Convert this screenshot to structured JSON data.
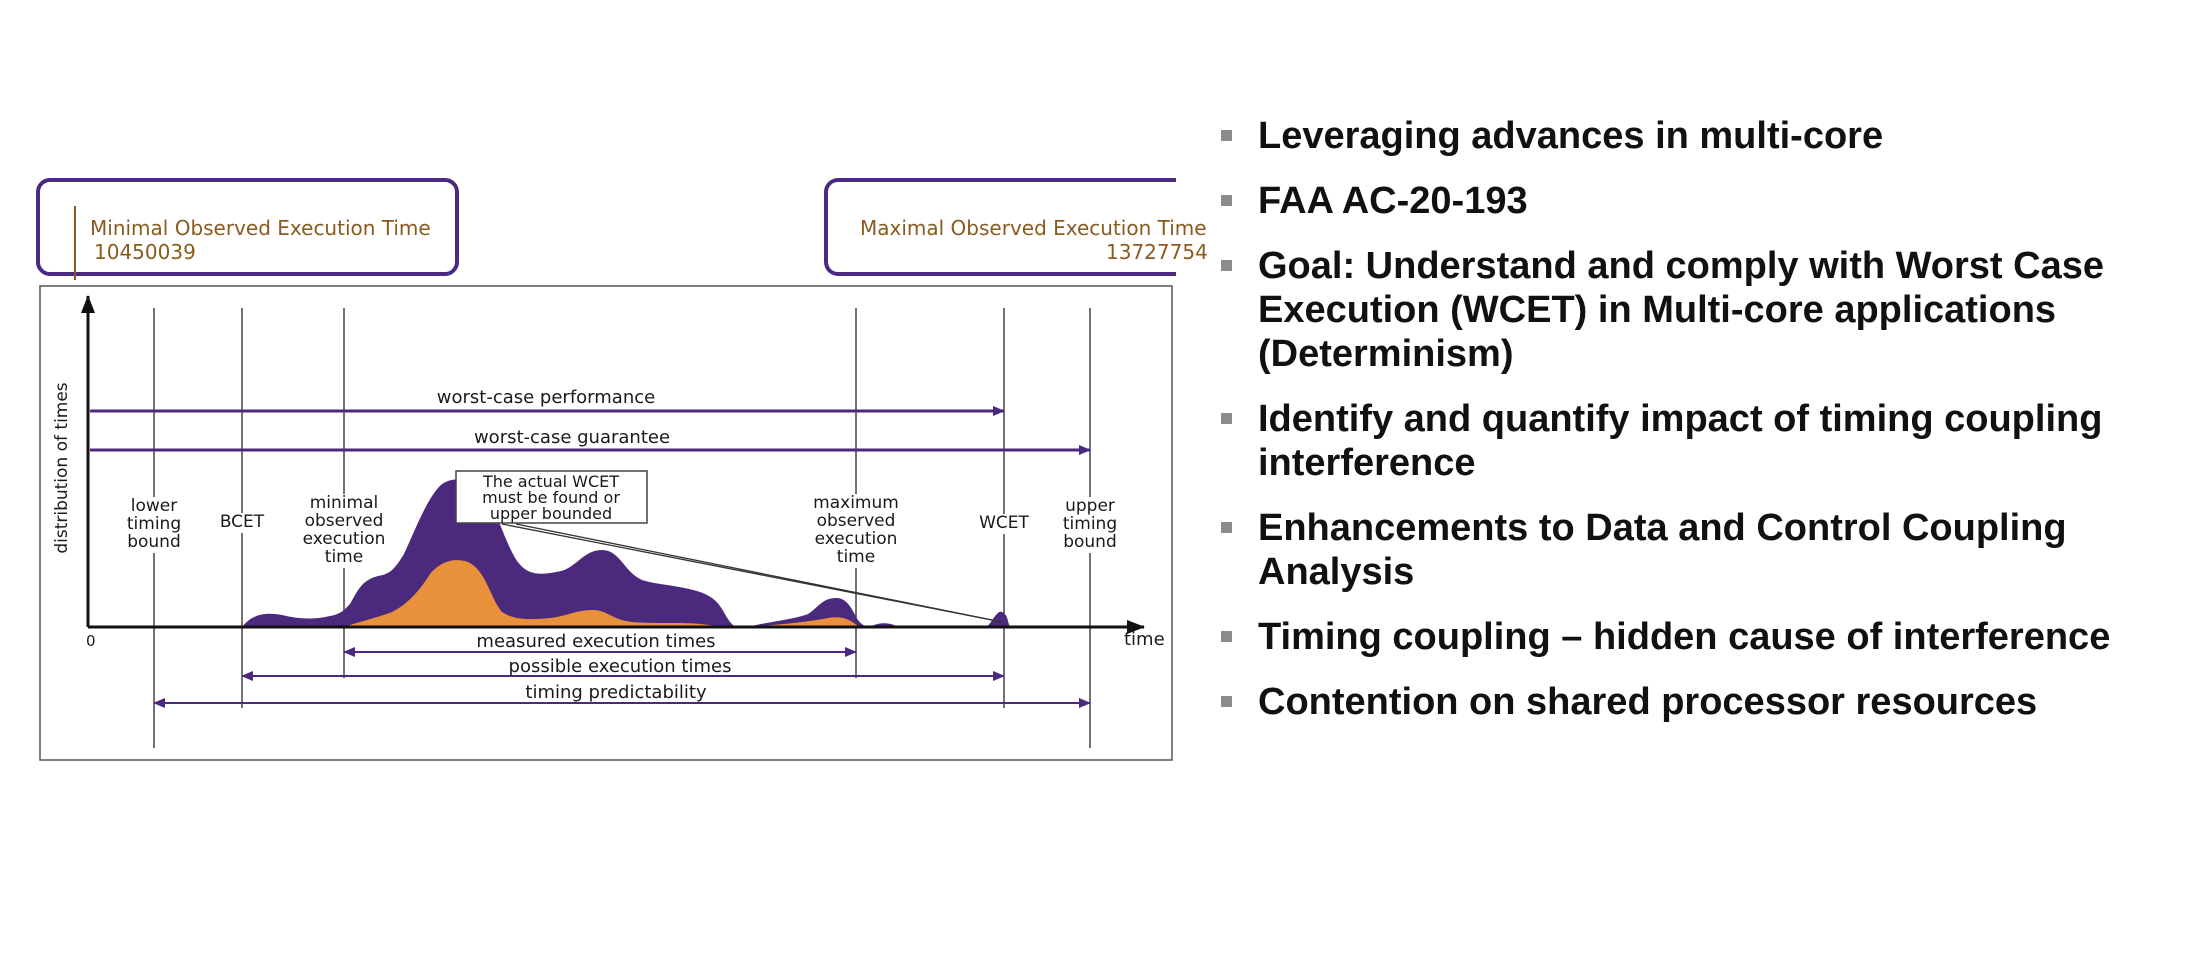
{
  "callouts": {
    "min": {
      "label": "Minimal Observed Execution Time",
      "value": "10450039"
    },
    "max": {
      "label": "Maximal Observed Execution Time",
      "value": "13727754"
    }
  },
  "diagram": {
    "y_axis_label": "distribution of times",
    "origin_label": "0",
    "x_axis_label": "time",
    "arrows": {
      "worst_case_performance": "worst-case performance",
      "worst_case_guarantee": "worst-case guarantee",
      "measured_execution_times": "measured execution times",
      "possible_execution_times": "possible execution times",
      "timing_predictability": "timing predictability"
    },
    "markers": {
      "lower_timing_bound": [
        "lower",
        "timing",
        "bound"
      ],
      "bcet": [
        "BCET"
      ],
      "minimal_observed": [
        "minimal",
        "observed",
        "execution",
        "time"
      ],
      "maximum_observed": [
        "maximum",
        "observed",
        "execution",
        "time"
      ],
      "wcet": [
        "WCET"
      ],
      "upper_timing_bound": [
        "upper",
        "timing",
        "bound"
      ]
    },
    "note": [
      "The actual WCET",
      "must be found or",
      "upper bounded"
    ],
    "colors": {
      "possible": "#4b2a7e",
      "measured": "#e8913a",
      "axis": "#111111"
    }
  },
  "bullets": [
    "Leveraging advances in multi-core",
    "FAA AC-20-193",
    "Goal: Understand and comply with Worst Case Execution (WCET) in Multi-core applications (Determinism)",
    "Identify and quantify impact of timing coupling interference",
    "Enhancements to Data and Control Coupling Analysis",
    "Timing coupling – hidden cause of interference",
    "Contention on shared processor resources"
  ]
}
